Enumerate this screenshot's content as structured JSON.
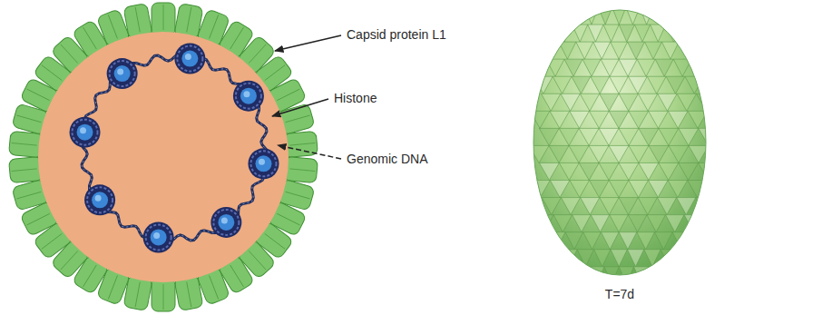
{
  "diagram": {
    "labels": [
      "Capsid protein L1",
      "Histone",
      "Genomic DNA",
      "T=7d"
    ]
  }
}
